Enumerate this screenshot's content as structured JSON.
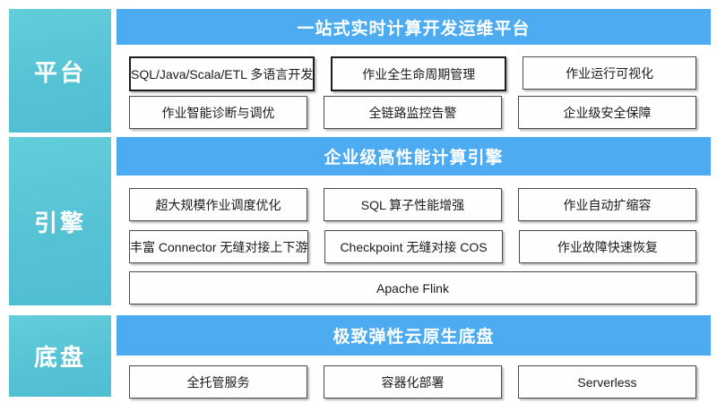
{
  "colors": {
    "accent_blue": "#4dacf1",
    "accent_teal": "#5bc7d6",
    "box_border": "#4a4a4a",
    "box_border_emphasis": "#1c1c1c",
    "box_background": "#fefefe",
    "text_dark": "#1a1a1a",
    "text_light": "#ffffff"
  },
  "sections": [
    {
      "label": "平台",
      "title": "一站式实时计算开发运维平台",
      "rows": [
        [
          "SQL/Java/Scala/ETL 多语言开发",
          "作业全生命周期管理",
          "作业运行可视化"
        ],
        [
          "作业智能诊断与调优",
          "全链路监控告警",
          "企业级安全保障"
        ]
      ]
    },
    {
      "label": "引擎",
      "title": "企业级高性能计算引擎",
      "rows": [
        [
          "超大规模作业调度优化",
          "SQL 算子性能增强",
          "作业自动扩缩容"
        ],
        [
          "丰富 Connector 无缝对接上下游",
          "Checkpoint 无缝对接 COS",
          "作业故障快速恢复"
        ]
      ],
      "wide_box": "Apache Flink"
    },
    {
      "label": "底盘",
      "title": "极致弹性云原生底盘",
      "rows": [
        [
          "全托管服务",
          "容器化部署",
          "Serverless"
        ]
      ]
    }
  ]
}
